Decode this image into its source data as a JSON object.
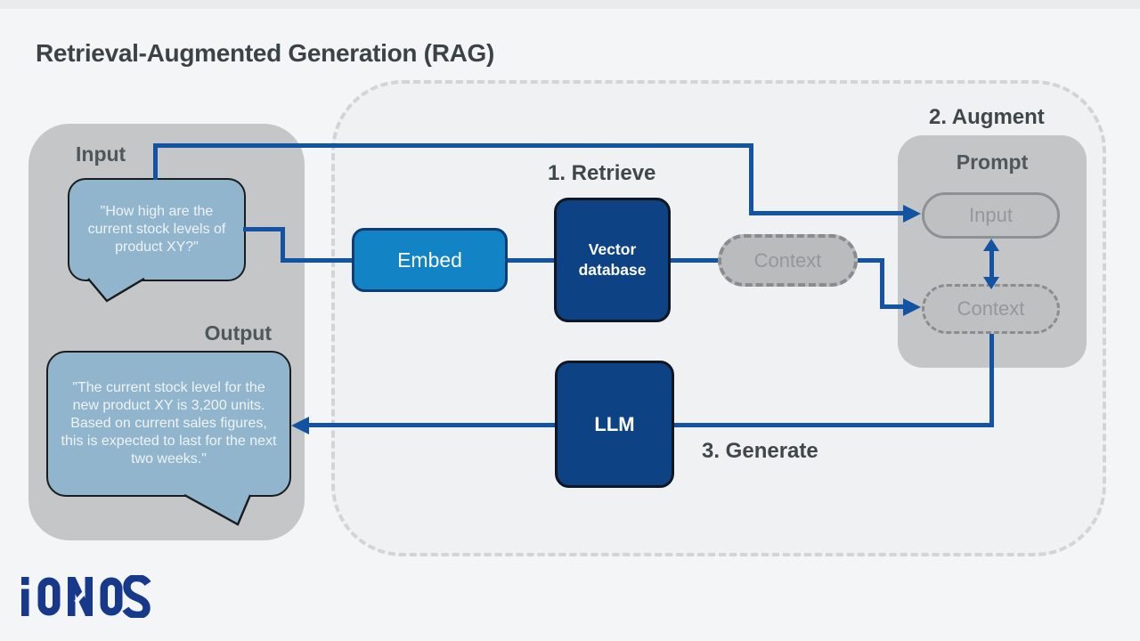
{
  "title": "Retrieval-Augmented Generation (RAG)",
  "brand": {
    "logo_text": "IONOS"
  },
  "colors": {
    "background": "#f4f5f6",
    "panel_gray": "#c5c6c7",
    "dashed_panel_fill": "#f0f1f2",
    "dashed_panel_border": "#d3d4d6",
    "bubble_blue": "#90b5cc",
    "embed_blue": "#1283c5",
    "dark_blue_box": "#0d4285",
    "arrow_blue": "#1254a3",
    "logo_blue": "#17398c",
    "label_dark": "#3f474a"
  },
  "io_panel": {
    "input_label": "Input",
    "input_bubble_text": "\"How high are the current stock levels of product XY?\"",
    "output_label": "Output",
    "output_bubble_text": "\"The current stock level for the new product XY is 3,200 units. Based on current sales figures, this is expected to last for the next two weeks.\""
  },
  "pipeline": {
    "step1_label": "1. Retrieve",
    "step2_label": "2. Augment",
    "step3_label": "3. Generate",
    "embed_label": "Embed",
    "vector_db_label": "Vector database",
    "context_label": "Context",
    "llm_label": "LLM",
    "prompt": {
      "label": "Prompt",
      "input_label": "Input",
      "context_label": "Context"
    }
  }
}
